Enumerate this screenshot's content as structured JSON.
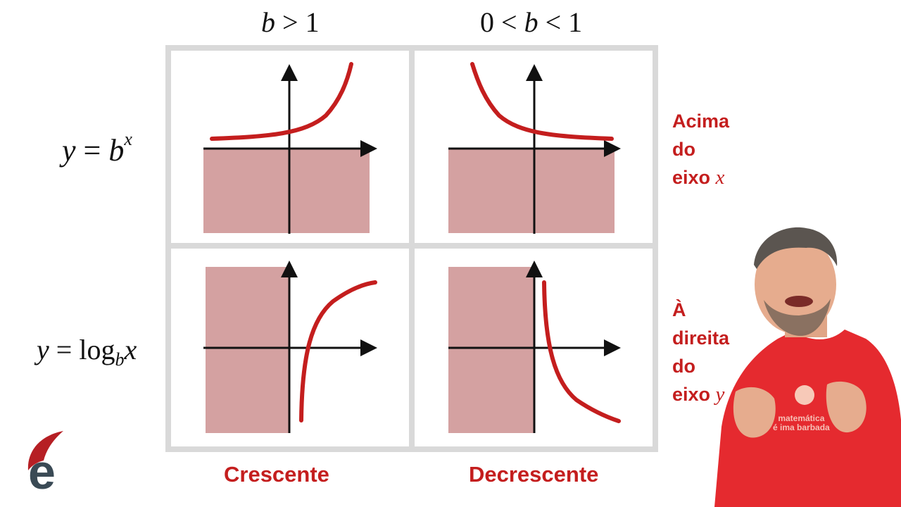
{
  "columns": {
    "left": {
      "b": "b",
      "op": ">",
      "n": "1"
    },
    "right": {
      "zero": "0",
      "op1": "<",
      "b": "b",
      "op2": "<",
      "one": "1"
    }
  },
  "rows": {
    "exp": {
      "y": "y",
      "eq": "=",
      "b": "b",
      "x": "x"
    },
    "log": {
      "y": "y",
      "eq": "=",
      "log": "log",
      "b": "b",
      "x": "x"
    }
  },
  "side": {
    "top": {
      "line1": "Acima",
      "line2": "do",
      "line3": "eixo",
      "var": "x"
    },
    "bottom": {
      "line1": "À",
      "line2": "direita",
      "line3": "do",
      "line4": "eixo",
      "var": "y"
    }
  },
  "bottom_labels": {
    "left": "Crescente",
    "right": "Decrescente"
  },
  "colors": {
    "curve": "#c41e1e",
    "shade": "#d4a1a1",
    "axis": "#111111",
    "grid": "#d9d9d9",
    "text_accent": "#c41e1e"
  },
  "logo": {
    "letter": "e"
  },
  "shirt": {
    "line1": "matemática",
    "line2": "é ima barbada"
  }
}
